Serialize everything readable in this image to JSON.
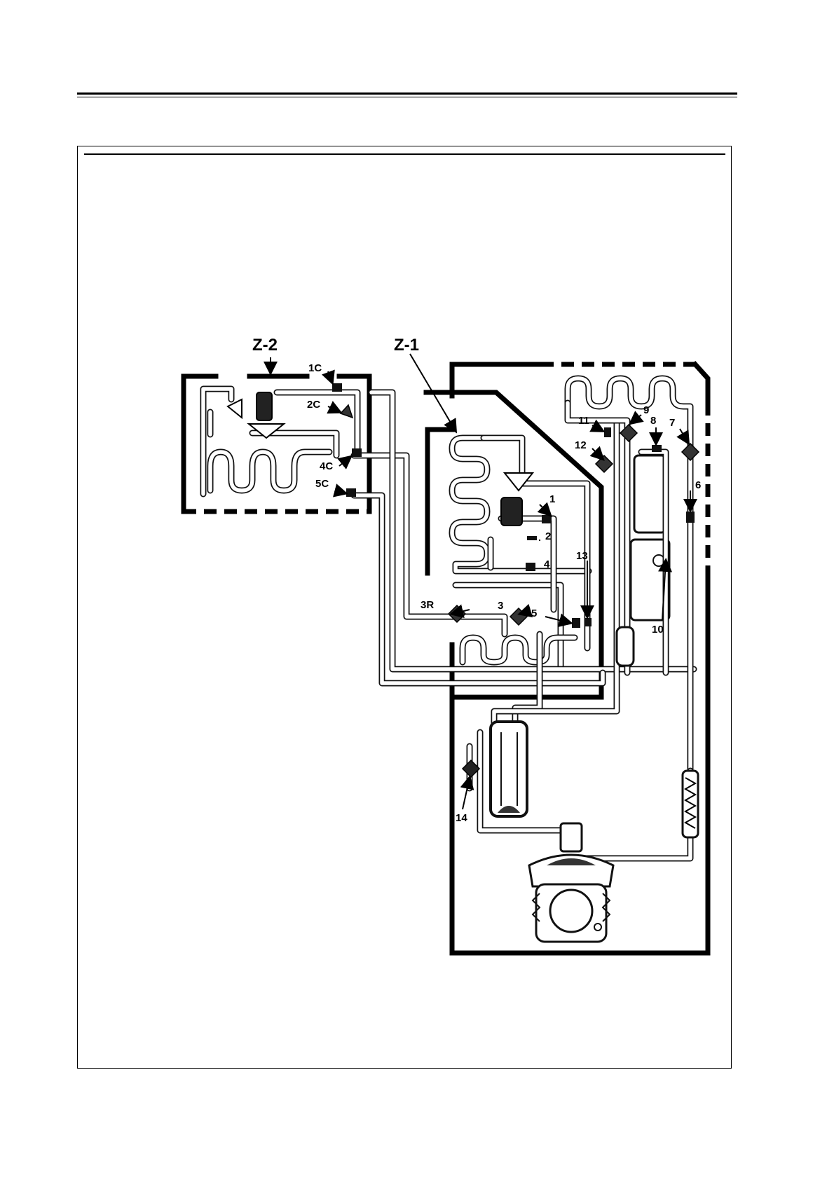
{
  "diagram": {
    "zone_labels": {
      "freezer": "Z-2",
      "cooler": "Z-1"
    },
    "component_labels": [
      "1C",
      "2C",
      "4C",
      "5C",
      "1",
      "2",
      "3",
      "3R",
      "4",
      "5",
      "6",
      "7",
      "8",
      "9",
      "10",
      "11",
      "12",
      "13",
      "14"
    ]
  }
}
